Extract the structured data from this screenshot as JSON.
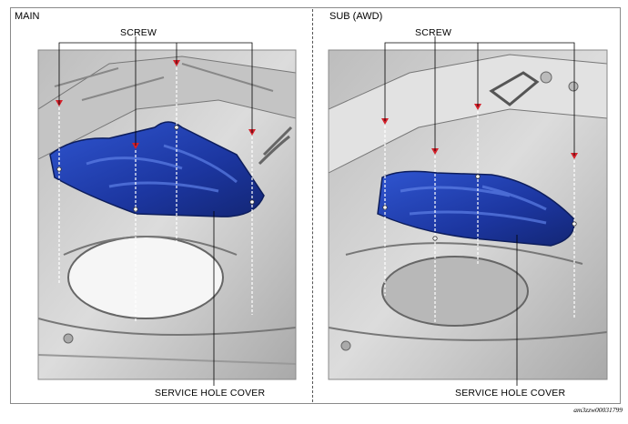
{
  "panels": [
    {
      "title": "MAIN",
      "screw_label": "SCREW",
      "cover_label": "SERVICE HOLE COVER"
    },
    {
      "title": "SUB (AWD)",
      "screw_label": "SCREW",
      "cover_label": "SERVICE HOLE COVER"
    }
  ],
  "figure_code": "am3zzw00031799",
  "colors": {
    "cover": "#1f3fae",
    "screw": "#d4202a",
    "background_gray": "#cfcfcf"
  }
}
